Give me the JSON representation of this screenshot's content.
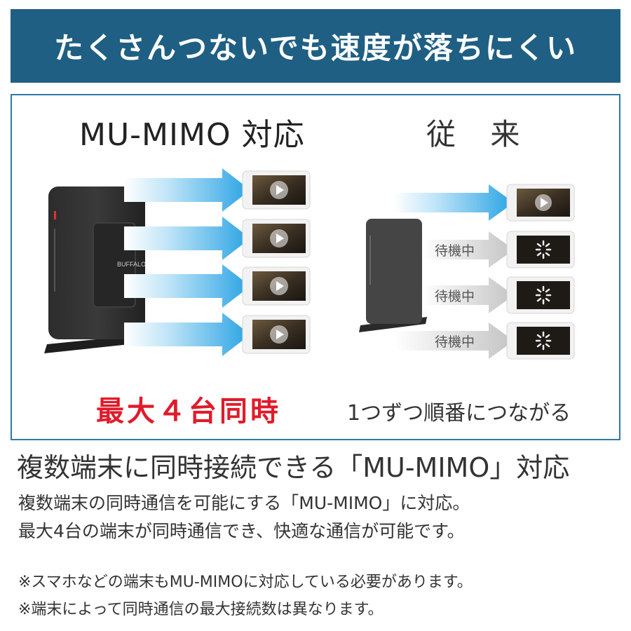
{
  "banner": {
    "title": "たくさんつないでも速度が落ちにくい"
  },
  "panel": {
    "mu_mimo_heading": "MU-MIMO 対応",
    "conventional_heading": "従 来",
    "mu_mimo_caption": "最大４台同時",
    "conventional_caption": "1つずつ順番につながる",
    "waiting_label": "待機中",
    "router_logo": "BUFFALO"
  },
  "body_text": {
    "title": "複数端末に同時接続できる「MU-MIMO」対応",
    "line1": "複数端末の同時通信を可能にする「MU-MIMO」に対応。",
    "line2": "最大4台の端末が同時通信でき、快適な通信が可能です。",
    "note1": "※スマホなどの端末もMU-MIMOに対応している必要があります。",
    "note2": "※端末によって同時通信の最大接続数は異なります。"
  },
  "colors": {
    "banner": "#1f5f83",
    "panel_border": "#2f7aa6",
    "accent_red": "#e01b2a",
    "arrow_blue": "#29a3e3",
    "arrow_gray": "#c8c8c8"
  }
}
